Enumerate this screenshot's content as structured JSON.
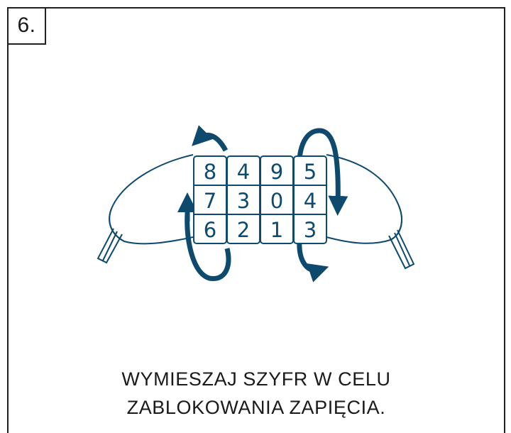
{
  "step": {
    "number": "6."
  },
  "lock": {
    "dials": [
      [
        "8",
        "7",
        "6"
      ],
      [
        "4",
        "3",
        "2"
      ],
      [
        "9",
        "0",
        "1"
      ],
      [
        "5",
        "4",
        "3"
      ]
    ]
  },
  "instruction": {
    "line1": "WYMIESZAJ SZYFR W CELU",
    "line2": "ZABLOKOWANIA ZAPIĘCIA."
  },
  "colors": {
    "accent": "#0d4a6e",
    "outline": "#231f20"
  }
}
